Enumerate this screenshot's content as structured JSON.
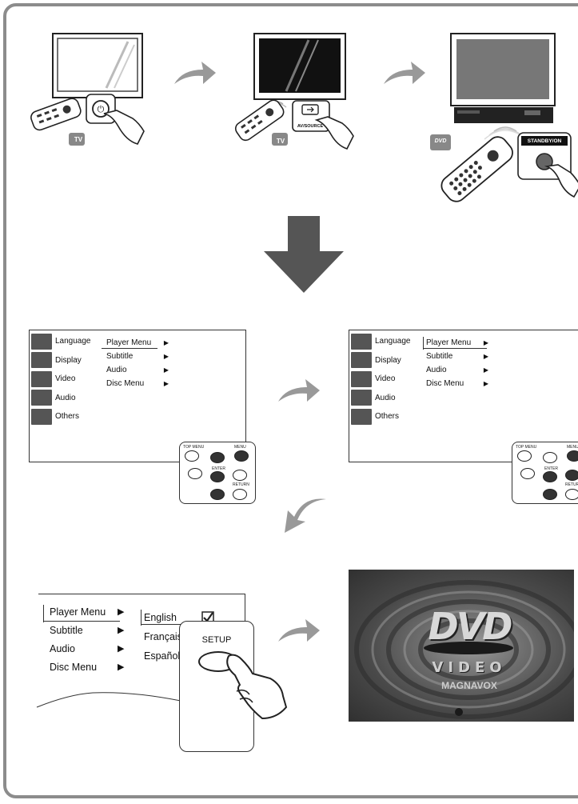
{
  "step1": {
    "tv_badge": "TV",
    "av_source_label": "AV/SOURCE",
    "standby_label": "STANDBY/ON",
    "dvd_badge": "DVD"
  },
  "setup_menu": {
    "categories": [
      "Language",
      "Display",
      "Video",
      "Audio",
      "Others"
    ],
    "submenu": [
      "Player Menu",
      "Subtitle",
      "Audio",
      "Disc Menu"
    ]
  },
  "remote": {
    "top_menu": "TOP MENU",
    "menu": "MENU",
    "enter": "ENTER",
    "return": "RETURN"
  },
  "language_panel": {
    "submenu": [
      "Player Menu",
      "Subtitle",
      "Audio",
      "Disc Menu"
    ],
    "languages": [
      "English",
      "Français",
      "Español"
    ],
    "selected": "English"
  },
  "setup_button": {
    "label": "SETUP"
  },
  "splash": {
    "logo": "DVD",
    "sub_logo": "VIDEO",
    "brand": "MAGNAVOX"
  }
}
